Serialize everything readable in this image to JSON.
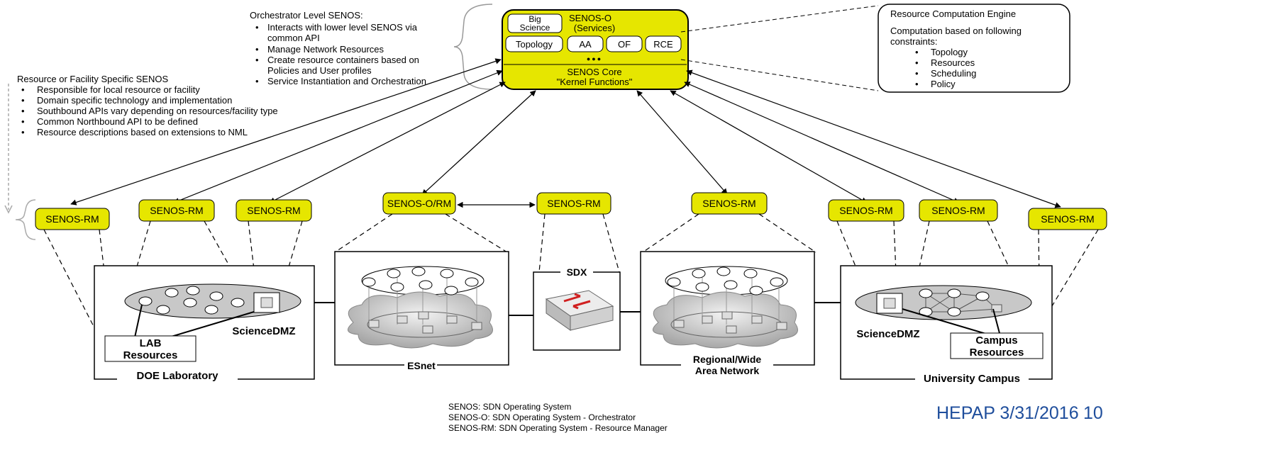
{
  "orchestrator": {
    "senos_o": "SENOS-O",
    "services": "(Services)",
    "big_science": [
      "Big",
      "Science"
    ],
    "modules": [
      "Topology",
      "AA",
      "OF",
      "RCE"
    ],
    "dots": "●●●",
    "core_title": "SENOS Core",
    "core_sub": "\"Kernel Functions\""
  },
  "orch_desc": {
    "title": "Orchestrator Level SENOS:",
    "bullets": [
      "Interacts with lower level SENOS via",
      "common API",
      "Manage Network Resources",
      "Create resource containers based on",
      "Policies and User profiles",
      "Service Instantiation and Orchestration"
    ]
  },
  "facility_desc": {
    "title": "Resource or Facility Specific SENOS",
    "bullets": [
      "Responsible for local resource or facility",
      "Domain specific technology and implementation",
      "Southbound APIs vary depending on resources/facility type",
      "Common Northbound API to be defined",
      "Resource descriptions based on extensions to NML"
    ]
  },
  "rce_box": {
    "title": "Resource Computation Engine",
    "intro": [
      "Computation based on following",
      "constraints:"
    ],
    "bullets": [
      "Topology",
      "Resources",
      "Scheduling",
      "Policy"
    ]
  },
  "rm_labels": [
    "SENOS-RM",
    "SENOS-RM",
    "SENOS-RM",
    "SENOS-O/RM",
    "SENOS-RM",
    "SENOS-RM",
    "SENOS-RM",
    "SENOS-RM",
    "SENOS-RM"
  ],
  "domains": {
    "doe": "DOE Laboratory",
    "lab": [
      "LAB",
      "Resources"
    ],
    "sciencedmz_left": "ScienceDMZ",
    "esnet": "ESnet",
    "sdx": "SDX",
    "regional": [
      "Regional/Wide",
      "Area Network"
    ],
    "campus": "University Campus",
    "campus_res": [
      "Campus",
      "Resources"
    ],
    "sciencedmz_right": "ScienceDMZ"
  },
  "legend": [
    "SENOS: SDN Operating System",
    "SENOS-O: SDN Operating System - Orchestrator",
    "SENOS-RM: SDN Operating System - Resource Manager"
  ],
  "footer": {
    "date": "HEPAP 3/31/2016",
    "page": "10"
  },
  "colors": {
    "yellow": "#e6e600",
    "box_border": "#555555",
    "footer_blue": "#1f4e9c"
  }
}
